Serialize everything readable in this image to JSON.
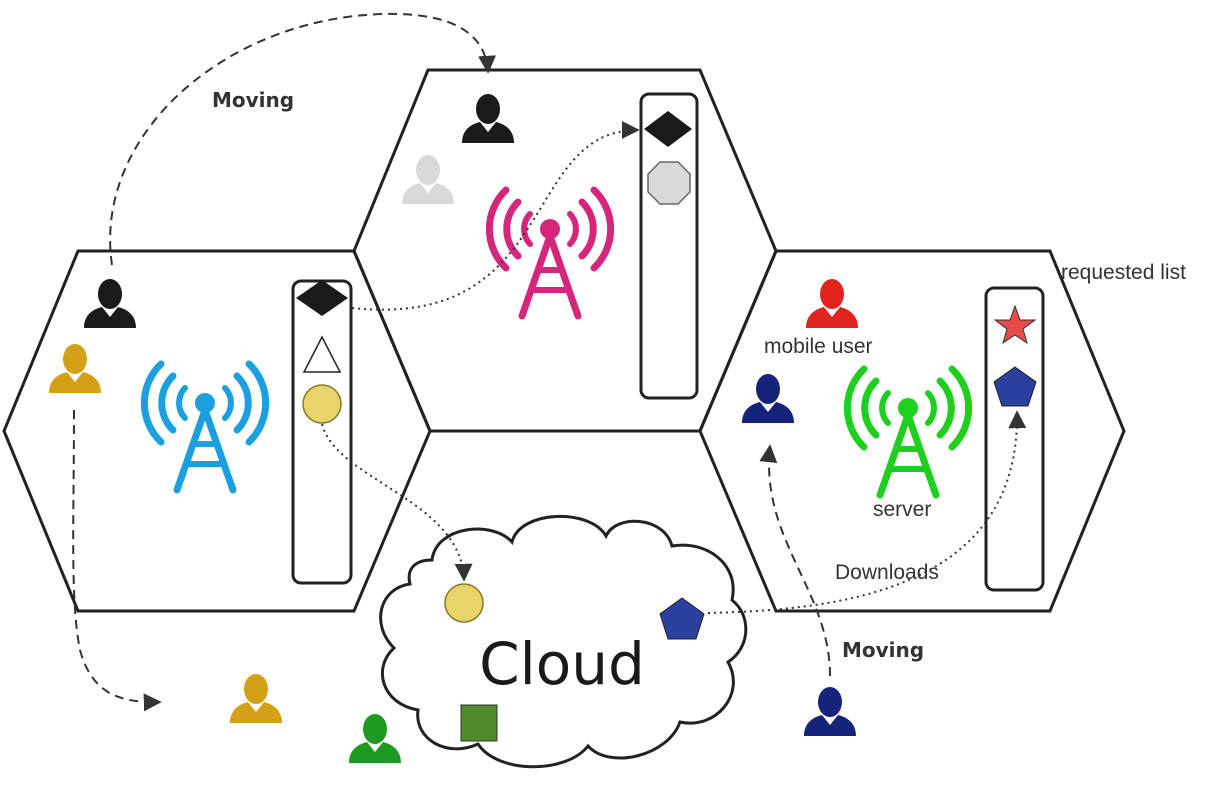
{
  "labels": {
    "moving_top": "Moving",
    "moving_bottom": "Moving",
    "requested_list": "requested list",
    "mobile_user": "mobile user",
    "server": "server",
    "downloads": "Downloads",
    "cloud": "Cloud"
  },
  "colors": {
    "tower_blue": "#1aa0e0",
    "tower_pink": "#d6267c",
    "tower_green": "#1ecf1e",
    "user_black": "#1a1a1a",
    "user_gray": "#d9d9d9",
    "user_gold": "#d4a017",
    "user_red": "#e0231d",
    "user_navy": "#16237a",
    "user_green": "#1f9a20",
    "circle_yellow": "#e8d46a",
    "pentagon_blue": "#2b3f9e",
    "star_red": "#e84a4a",
    "square_green": "#4f8a2b",
    "octagon_gray": "#d9d9d9"
  },
  "icons": {
    "user": "person-icon",
    "tower": "cell-tower-icon",
    "cloud": "cloud-shape"
  }
}
